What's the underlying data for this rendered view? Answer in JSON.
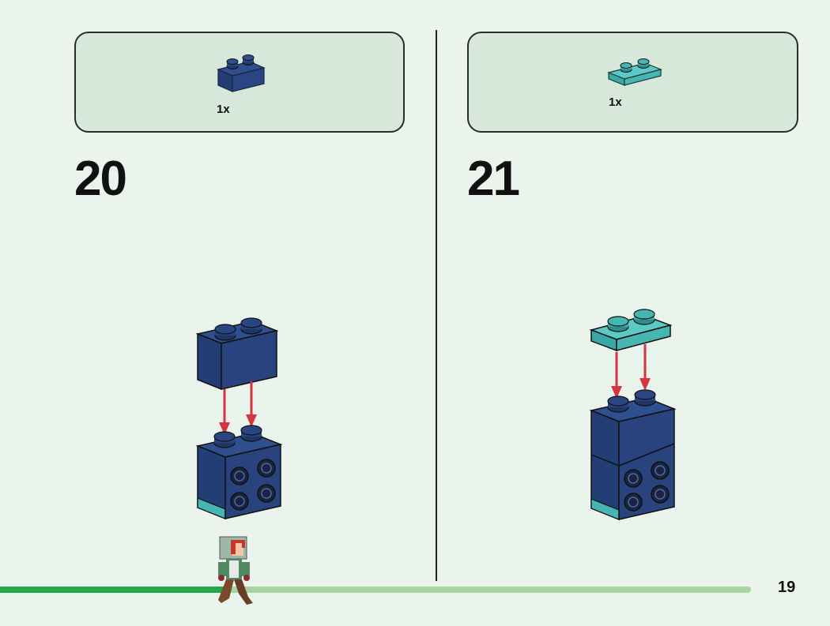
{
  "page_number": "19",
  "progress_fraction": 0.3,
  "colors": {
    "background": "#eaf4ec",
    "parts_box": "#d7e7d9",
    "dark_blue_brick": "#233e75",
    "teal_plate": "#46b6b3",
    "arrow": "#d6343f",
    "progress_fill": "#22a84a",
    "progress_track": "#a6d4a2"
  },
  "steps": [
    {
      "number": "20",
      "parts": [
        {
          "quantity": "1x",
          "piece": "brick-1x2-dark-blue-icon"
        }
      ]
    },
    {
      "number": "21",
      "parts": [
        {
          "quantity": "1x",
          "piece": "plate-1x2-teal-icon"
        }
      ]
    }
  ]
}
